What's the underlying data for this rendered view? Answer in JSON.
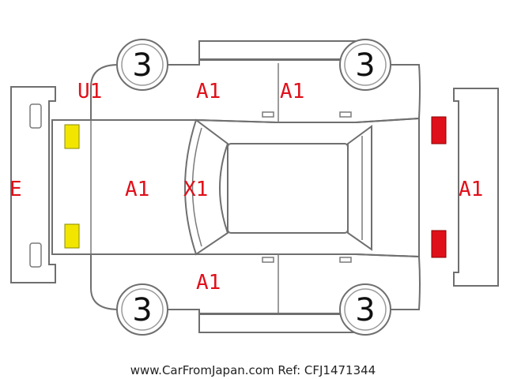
{
  "diagram": {
    "tires": [
      {
        "id": "front-left",
        "label": "3"
      },
      {
        "id": "rear-left",
        "label": "3"
      },
      {
        "id": "front-right",
        "label": "3"
      },
      {
        "id": "rear-right",
        "label": "3"
      }
    ],
    "damage_codes": {
      "front_bumper": "E",
      "hood": "A1",
      "windshield": "X1",
      "left_fender": "U1",
      "left_front_door": "A1",
      "left_rear_door": "A1",
      "right_front_door": "A1",
      "rear_bumper": "A1"
    },
    "colors": {
      "code": "#e0101a",
      "headlight": "#f2e600",
      "taillight": "#e0101a",
      "outline": "#6f6f6f"
    },
    "footer": "www.CarFromJapan.com Ref: CFJ1471344"
  }
}
